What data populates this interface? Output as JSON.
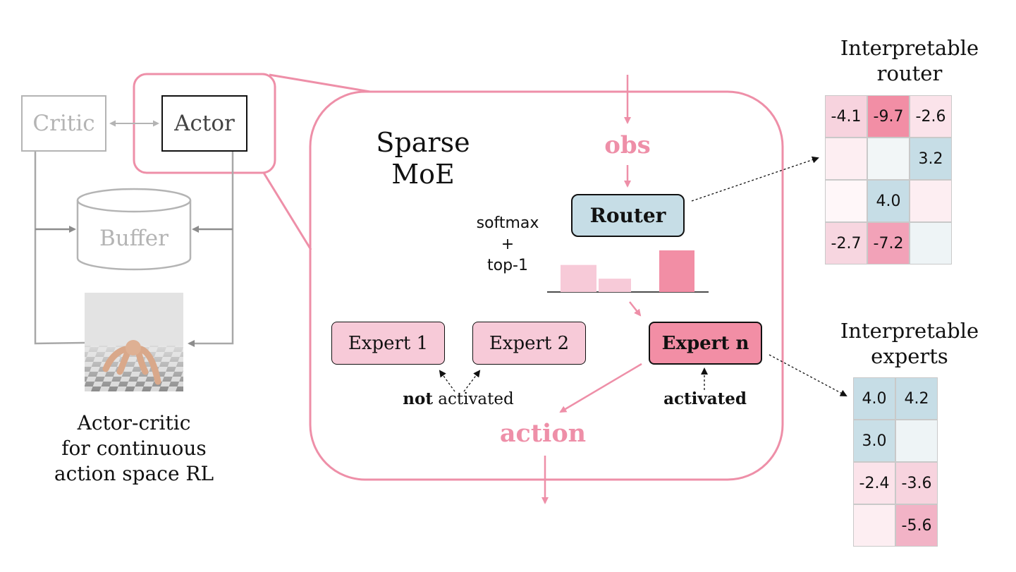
{
  "left_panel": {
    "critic_label": "Critic",
    "actor_label": "Actor",
    "buffer_label": "Buffer",
    "caption_lines": [
      "Actor-critic",
      "for continuous",
      "action space RL"
    ]
  },
  "moe": {
    "title_lines": [
      "Sparse",
      "MoE"
    ],
    "obs_label": "obs",
    "router_label": "Router",
    "softmax_lines": [
      "softmax",
      "+",
      "top-1"
    ],
    "expert1_label": "Expert 1",
    "expert2_label": "Expert 2",
    "expertn_label": "Expert n",
    "not_activated_bold": "not",
    "not_activated_rest": " activated",
    "activated_label": "activated",
    "action_label": "action",
    "routing_bars": [
      0.65,
      0.32,
      1.0
    ]
  },
  "router_panel": {
    "title_lines": [
      "Interpretable",
      "router"
    ],
    "cells": [
      [
        {
          "v": "-4.1",
          "c": "#f7d3de"
        },
        {
          "v": "-9.7",
          "c": "#f28ea5"
        },
        {
          "v": "-2.6",
          "c": "#fbe3ea"
        }
      ],
      [
        {
          "v": "",
          "c": "#fdeef2"
        },
        {
          "v": "",
          "c": "#f2f6f7"
        },
        {
          "v": "3.2",
          "c": "#c6dde6"
        }
      ],
      [
        {
          "v": "",
          "c": "#fff7f9"
        },
        {
          "v": "4.0",
          "c": "#c6dde6"
        },
        {
          "v": "",
          "c": "#fdeef2"
        }
      ],
      [
        {
          "v": "-2.7",
          "c": "#f7d6e0"
        },
        {
          "v": "-7.2",
          "c": "#f2a2b8"
        },
        {
          "v": "",
          "c": "#eef4f6"
        }
      ]
    ]
  },
  "experts_panel": {
    "title_lines": [
      "Interpretable",
      "experts"
    ],
    "cells": [
      [
        {
          "v": "4.0",
          "c": "#c6dde6"
        },
        {
          "v": "4.2",
          "c": "#c6dde6"
        }
      ],
      [
        {
          "v": "3.0",
          "c": "#c9dfe7"
        },
        {
          "v": "",
          "c": "#eef4f6"
        }
      ],
      [
        {
          "v": "-2.4",
          "c": "#fbe3ea"
        },
        {
          "v": "-3.6",
          "c": "#f7d3de"
        }
      ],
      [
        {
          "v": "",
          "c": "#fdeef2"
        },
        {
          "v": "-5.6",
          "c": "#f2b3c6"
        }
      ]
    ]
  },
  "colors": {
    "pink": "#ee8fa8",
    "router_fill": "#c6dde6",
    "expert_fill": "#f7cad8",
    "expert_n_fill": "#f28ea5",
    "gray": "#b4b4b4"
  }
}
